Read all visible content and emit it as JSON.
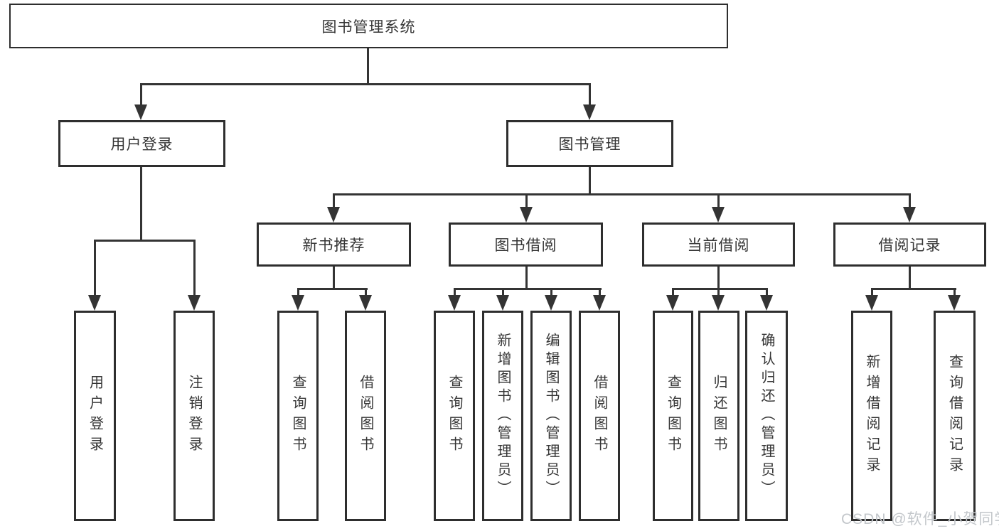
{
  "diagram": {
    "title": "图书管理系统",
    "nodes": {
      "root": "图书管理系统",
      "user_login": "用户登录",
      "book_mgmt": "图书管理",
      "new_books": "新书推荐",
      "book_borrow": "图书借阅",
      "current_borrow": "当前借阅",
      "borrow_records": "借阅记录",
      "leaf_user_login": "用户登录",
      "leaf_logout": "注销登录",
      "leaf_nb_query": "查询图书",
      "leaf_nb_borrow": "借阅图书",
      "leaf_bb_query": "查询图书",
      "leaf_bb_add": "新增图书（管理员）",
      "leaf_bb_edit": "编辑图书（管理员）",
      "leaf_bb_borrow": "借阅图书",
      "leaf_cb_query": "查询图书",
      "leaf_cb_return": "归还图书",
      "leaf_cb_confirm": "确认归还（管理员）",
      "leaf_br_add": "新增借阅记录",
      "leaf_br_query": "查询借阅记录"
    },
    "colors": {
      "line": "#343434",
      "border": "#2e2e2e",
      "text": "#363636",
      "background": "#ffffff",
      "watermark": "#c3c7cb"
    }
  },
  "watermark": "CSDN @软件_小贺同学"
}
